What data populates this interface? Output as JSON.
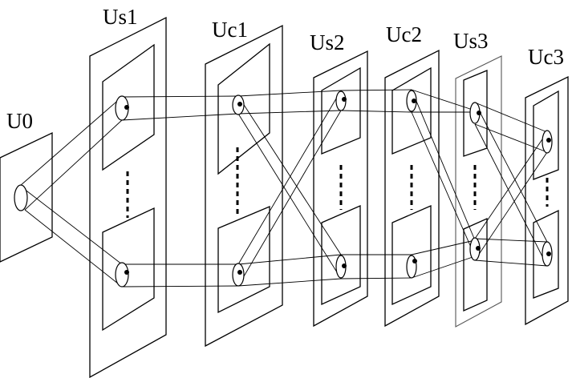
{
  "diagram": {
    "layers": [
      {
        "id": "U0",
        "label": "U0"
      },
      {
        "id": "Us1",
        "label": "Us1"
      },
      {
        "id": "Uc1",
        "label": "Uc1"
      },
      {
        "id": "Us2",
        "label": "Us2"
      },
      {
        "id": "Uc2",
        "label": "Uc2"
      },
      {
        "id": "Us3",
        "label": "Us3"
      },
      {
        "id": "Uc3",
        "label": "Uc3"
      }
    ]
  }
}
